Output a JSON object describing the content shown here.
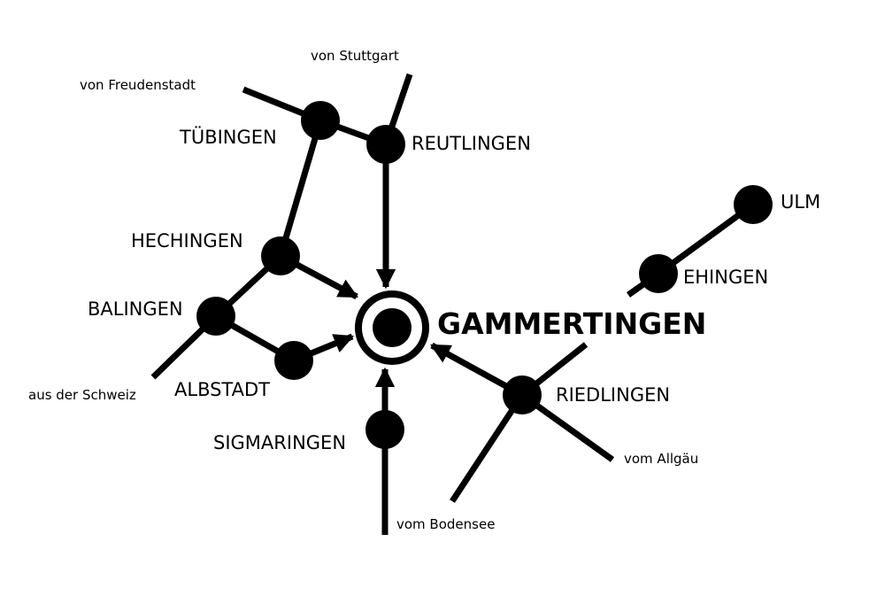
{
  "colors": {
    "ink": "#000000",
    "background": "#ffffff"
  },
  "hub": {
    "label": "GAMMERTINGEN"
  },
  "stations": {
    "tuebingen": "TÜBINGEN",
    "reutlingen": "REUTLINGEN",
    "hechingen": "HECHINGEN",
    "balingen": "BALINGEN",
    "albstadt": "ALBSTADT",
    "sigmaringen": "SIGMARINGEN",
    "riedlingen": "RIEDLINGEN",
    "ehingen": "EHINGEN",
    "ulm": "ULM"
  },
  "origins": {
    "freudenstadt": "von Freudenstadt",
    "stuttgart": "von Stuttgart",
    "schweiz": "aus der Schweiz",
    "bodensee": "vom Bodensee",
    "allgaeu": "vom Allgäu"
  }
}
